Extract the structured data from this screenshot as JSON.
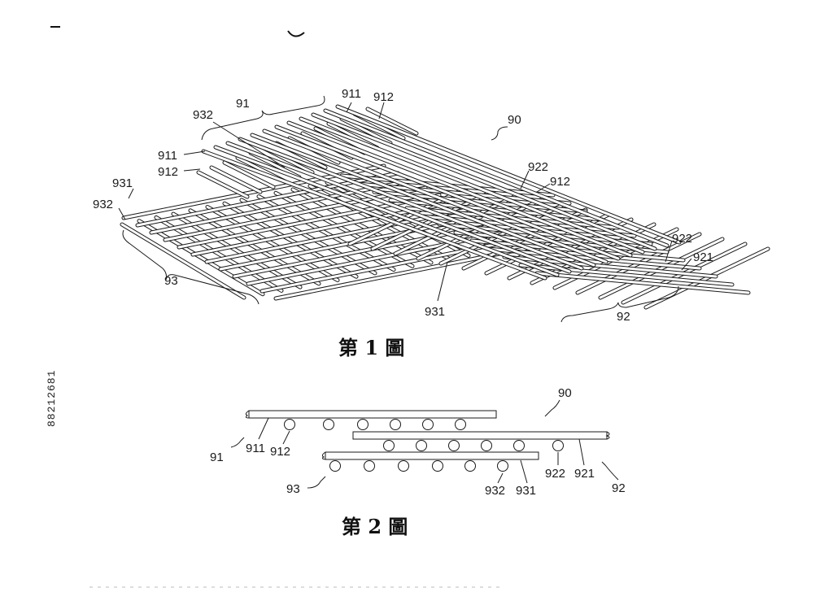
{
  "side_number": "88212681",
  "figure1": {
    "caption": "第 1 圖",
    "labels": {
      "l_90": "90",
      "l_91": "91",
      "l_911_top": "911",
      "l_912_top": "912",
      "l_932_top": "932",
      "l_911_left": "911",
      "l_912_left": "912",
      "l_931_left": "931",
      "l_932_left": "932",
      "l_922_mid": "922",
      "l_912_mid": "912",
      "l_922_right": "922",
      "l_921_right": "921",
      "l_93": "93",
      "l_931_bottom": "931",
      "l_92": "92"
    }
  },
  "figure2": {
    "caption": "第 2 圖",
    "labels": {
      "l_90": "90",
      "l_91": "91",
      "l_911": "911",
      "l_912": "912",
      "l_922": "922",
      "l_921": "921",
      "l_92": "92",
      "l_93": "93",
      "l_932": "932",
      "l_931": "931"
    }
  }
}
